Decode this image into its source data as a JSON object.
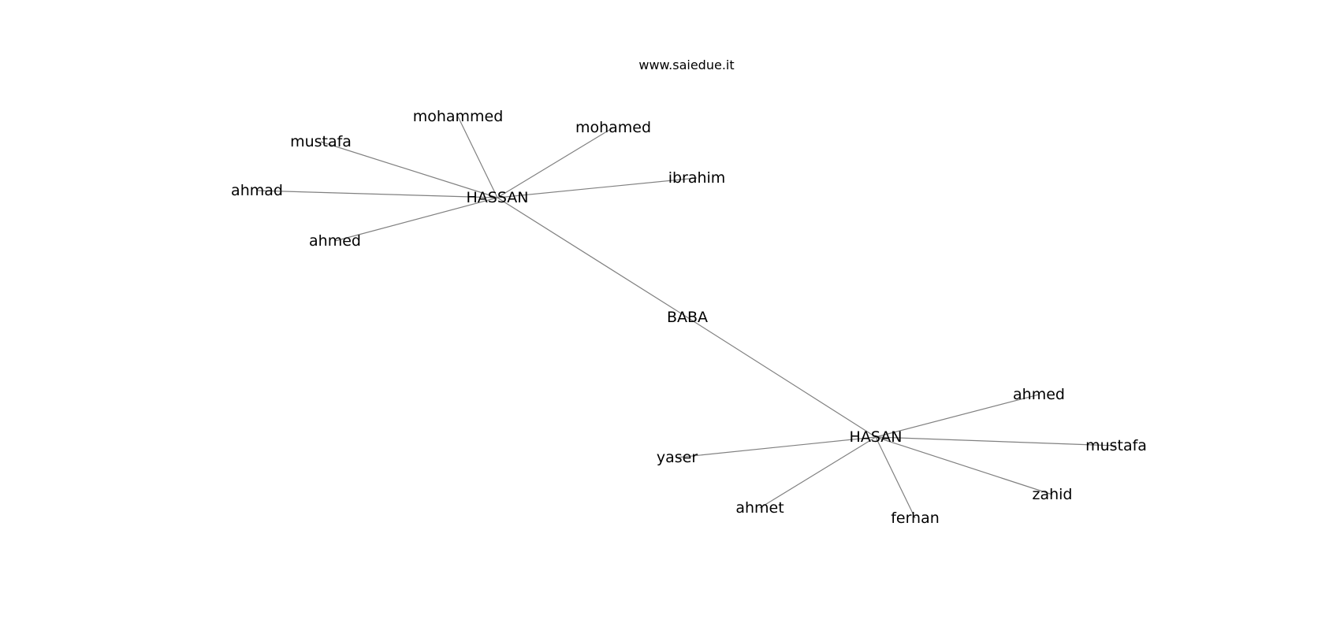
{
  "caption": "www.saiedue.it",
  "nodes": [
    {
      "id": "baba",
      "label": "BABA"
    },
    {
      "id": "hassan",
      "label": "HASSAN"
    },
    {
      "id": "hasan",
      "label": "HASAN"
    },
    {
      "id": "hassan_mohammed",
      "label": "mohammed"
    },
    {
      "id": "hassan_mohamed",
      "label": "mohamed"
    },
    {
      "id": "hassan_mustafa",
      "label": "mustafa"
    },
    {
      "id": "hassan_ahmad",
      "label": "ahmad"
    },
    {
      "id": "hassan_ahmed",
      "label": "ahmed"
    },
    {
      "id": "hassan_ibrahim",
      "label": "ibrahim"
    },
    {
      "id": "hasan_ahmed",
      "label": "ahmed"
    },
    {
      "id": "hasan_mustafa",
      "label": "mustafa"
    },
    {
      "id": "hasan_zahid",
      "label": "zahid"
    },
    {
      "id": "hasan_ferhan",
      "label": "ferhan"
    },
    {
      "id": "hasan_ahmet",
      "label": "ahmet"
    },
    {
      "id": "hasan_yaser",
      "label": "yaser"
    }
  ],
  "edges": [
    [
      "baba",
      "hassan"
    ],
    [
      "baba",
      "hasan"
    ],
    [
      "hassan",
      "hassan_mohammed"
    ],
    [
      "hassan",
      "hassan_mohamed"
    ],
    [
      "hassan",
      "hassan_mustafa"
    ],
    [
      "hassan",
      "hassan_ahmad"
    ],
    [
      "hassan",
      "hassan_ahmed"
    ],
    [
      "hassan",
      "hassan_ibrahim"
    ],
    [
      "hasan",
      "hasan_ahmed"
    ],
    [
      "hasan",
      "hasan_mustafa"
    ],
    [
      "hasan",
      "hasan_zahid"
    ],
    [
      "hasan",
      "hasan_ferhan"
    ],
    [
      "hasan",
      "hasan_ahmet"
    ],
    [
      "hasan",
      "hasan_yaser"
    ]
  ]
}
